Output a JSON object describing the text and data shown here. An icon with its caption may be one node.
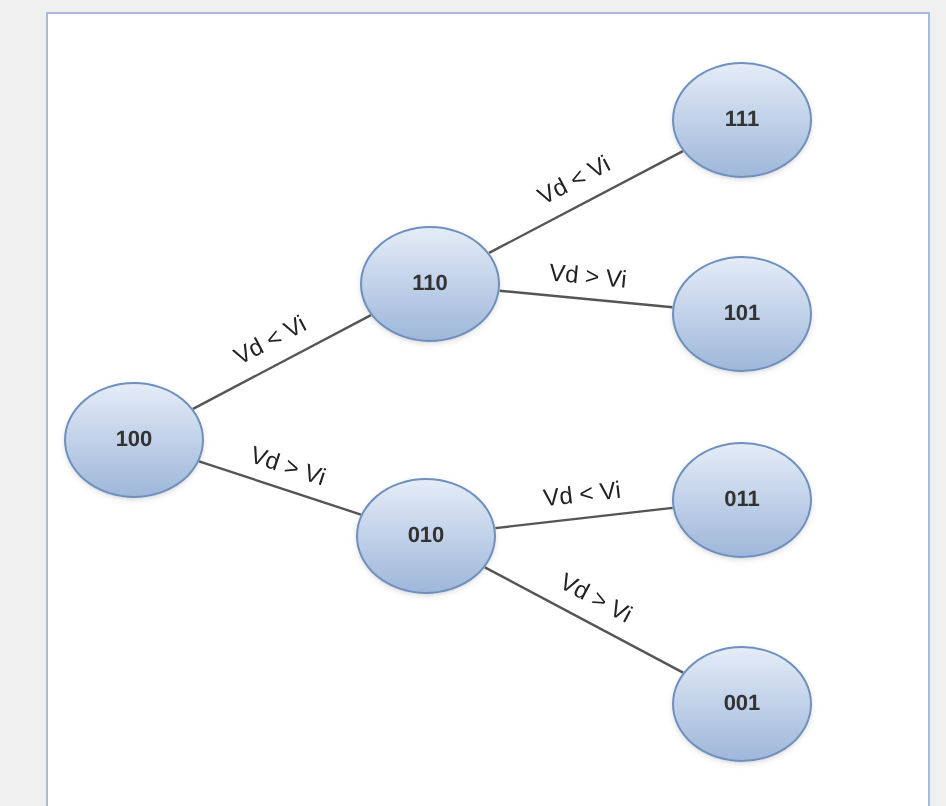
{
  "diagram": {
    "nodes": [
      {
        "text": [
          "100"
        ]
      },
      {
        "text": [
          "110"
        ]
      },
      {
        "text": [
          "111"
        ]
      },
      {
        "text": [
          "101"
        ]
      },
      {
        "text": [
          "010"
        ]
      },
      {
        "text": [
          "011"
        ]
      },
      {
        "text": [
          "001"
        ]
      }
    ],
    "edges": [
      {
        "from": 0,
        "to": 1,
        "arrow": "none",
        "label": "Vd < Vi"
      },
      {
        "from": 1,
        "to": 2,
        "arrow": "none",
        "label": "Vd < Vi"
      },
      {
        "from": 1,
        "to": 3,
        "arrow": "none",
        "label": "Vd > Vi"
      },
      {
        "from": 0,
        "to": 4,
        "arrow": "none",
        "label": "Vd > Vi"
      },
      {
        "from": 4,
        "to": 5,
        "arrow": "none",
        "label": "Vd < Vi"
      },
      {
        "from": 4,
        "to": 6,
        "arrow": "none",
        "label": "Vd > Vi"
      }
    ]
  }
}
